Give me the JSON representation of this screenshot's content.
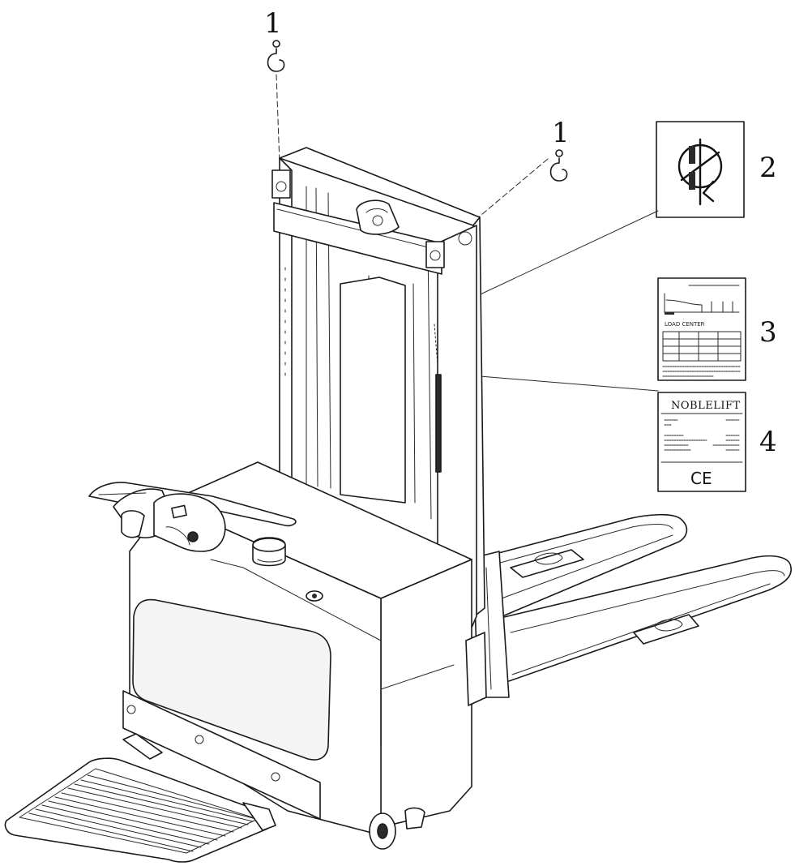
{
  "callouts": [
    {
      "id": "hook-left",
      "number": "1"
    },
    {
      "id": "hook-right",
      "number": "1"
    },
    {
      "id": "label-2",
      "number": "2"
    },
    {
      "id": "label-3",
      "number": "3"
    },
    {
      "id": "label-4",
      "number": "4"
    }
  ],
  "labels": {
    "load_chart": {
      "caption": "LOAD CENTER"
    },
    "nameplate": {
      "brand": "NOBLELIFT",
      "ce_mark": "CE"
    }
  },
  "icons": {
    "hook": "lifting-hook-icon",
    "lifting_point": "lifting-point-pictogram-icon",
    "ce": "ce-mark-icon"
  },
  "colors": {
    "line": "#1a1a1a",
    "background": "#ffffff"
  }
}
